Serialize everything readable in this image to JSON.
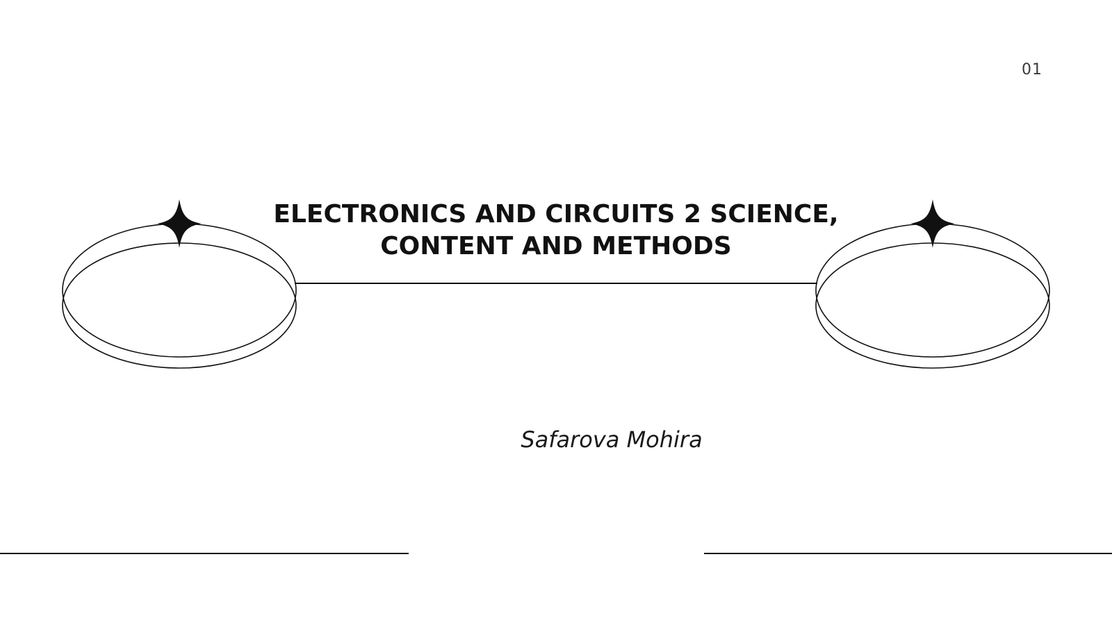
{
  "slide": {
    "page_number": "01",
    "title": "ELECTRONICS AND CIRCUITS 2 SCIENCE, CONTENT AND METHODS",
    "author": "Safarova Mohira"
  },
  "colors": {
    "background": "#ffffff",
    "ink": "#111111",
    "page_number": "#3a3a3a"
  },
  "decorations": {
    "left_emblem": "ring-with-sparkle",
    "right_emblem": "ring-with-sparkle",
    "icon_names": [
      "sparkle-icon",
      "ring-icon"
    ]
  }
}
